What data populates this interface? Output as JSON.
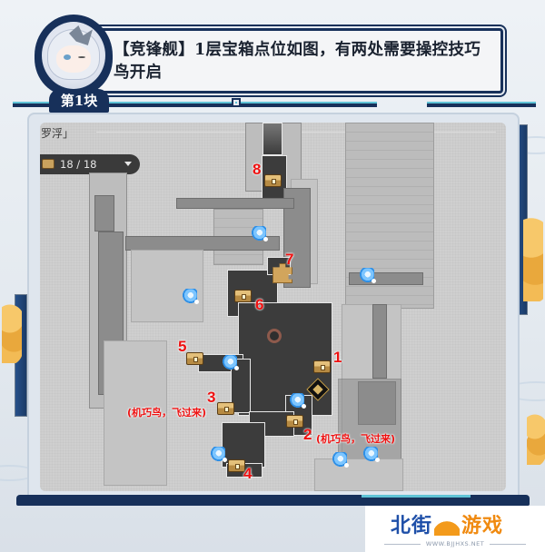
{
  "header": {
    "title": "【竞锋舰】1层宝箱点位如图，有两处需要操控技巧鸟开启",
    "block_tab": "第1块",
    "avatar": "character-chibi-avatar"
  },
  "map": {
    "region_label": "罗浮」",
    "chest_counter": {
      "icon": "chest-icon",
      "value": "18 / 18",
      "dropdown": "caret-down-icon"
    },
    "markers": [
      {
        "id": "1",
        "label": "1",
        "note": ""
      },
      {
        "id": "2",
        "label": "2",
        "note": "(机巧鸟，飞过来)"
      },
      {
        "id": "3",
        "label": "3",
        "note": "(机巧鸟，飞过来)"
      },
      {
        "id": "4",
        "label": "4",
        "note": ""
      },
      {
        "id": "5",
        "label": "5",
        "note": ""
      },
      {
        "id": "6",
        "label": "6",
        "note": ""
      },
      {
        "id": "7",
        "label": "7",
        "note": ""
      },
      {
        "id": "8",
        "label": "8",
        "note": ""
      }
    ],
    "colors": {
      "marker_red": "#ee1111",
      "chest_gold": "#c9a25e",
      "bird_blue": "#2e8fe6",
      "dark_floor": "#3c3c3c"
    }
  },
  "watermark": {
    "brand_left": "北街",
    "brand_right": "游戏",
    "url": "WWW.BJJHXS.NET"
  }
}
